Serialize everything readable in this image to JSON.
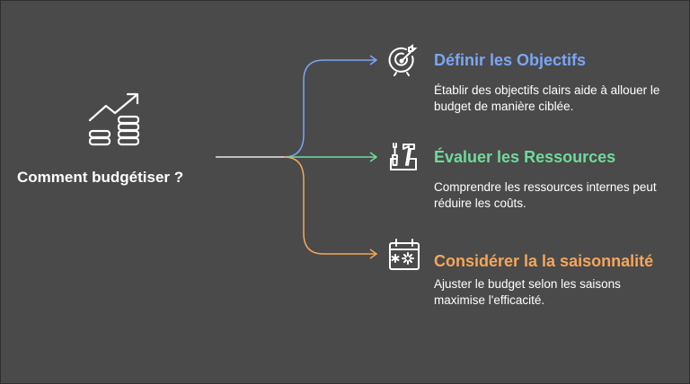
{
  "root": {
    "label": "Comment budgétiser ?",
    "icon": "chart-growth-coins-icon"
  },
  "branches": [
    {
      "title": "Définir les Objectifs",
      "description": "Établir des objectifs clairs aide à allouer le budget de manière ciblée.",
      "icon": "target-icon",
      "color": "#7aa6f5"
    },
    {
      "title": "Évaluer les Ressources",
      "description": "Comprendre les ressources internes peut réduire les coûts.",
      "icon": "tools-icon",
      "color": "#6fdb9a"
    },
    {
      "title": "Considérer la la saisonnalité",
      "description": "Ajuster le budget selon les saisons maximise l'efficacité.",
      "icon": "calendar-icon",
      "color": "#f5a65a"
    }
  ],
  "colors": {
    "background": "#4a4a4a",
    "trunk": "#e8e8e8",
    "text": "#ffffff"
  }
}
